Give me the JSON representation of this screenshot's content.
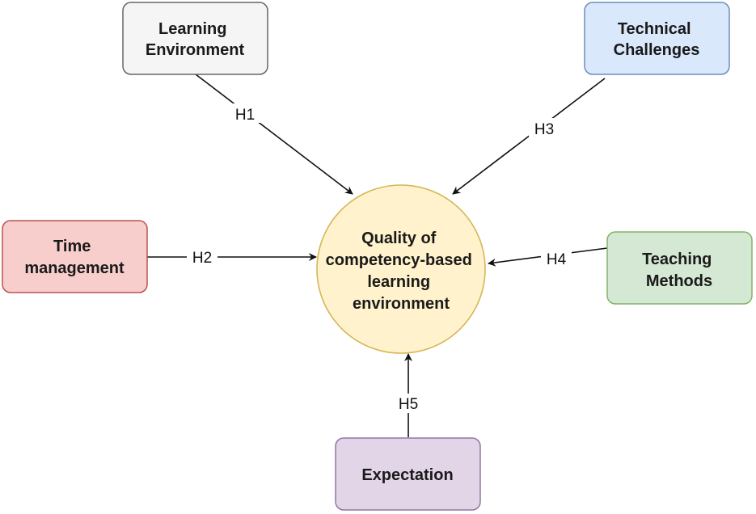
{
  "diagram": {
    "center": {
      "lines": [
        "Quality of",
        "competency-based",
        "learning",
        "environment"
      ],
      "fill": "#fff2cc",
      "stroke": "#d6b656"
    },
    "nodes": {
      "learning_environment": {
        "lines": [
          "Learning",
          "Environment"
        ],
        "fill": "#f5f5f5",
        "stroke": "#666666"
      },
      "technical_challenges": {
        "lines": [
          "Technical",
          "Challenges"
        ],
        "fill": "#dae8fc",
        "stroke": "#6c8ebf"
      },
      "time_management": {
        "lines": [
          "Time",
          "management"
        ],
        "fill": "#f8cecc",
        "stroke": "#b85450"
      },
      "teaching_methods": {
        "lines": [
          "Teaching",
          "Methods"
        ],
        "fill": "#d5e8d4",
        "stroke": "#82b366"
      },
      "expectation": {
        "lines": [
          "Expectation"
        ],
        "fill": "#e1d5e7",
        "stroke": "#9673a6"
      }
    },
    "edges": {
      "h1": "H1",
      "h2": "H2",
      "h3": "H3",
      "h4": "H4",
      "h5": "H5"
    }
  }
}
